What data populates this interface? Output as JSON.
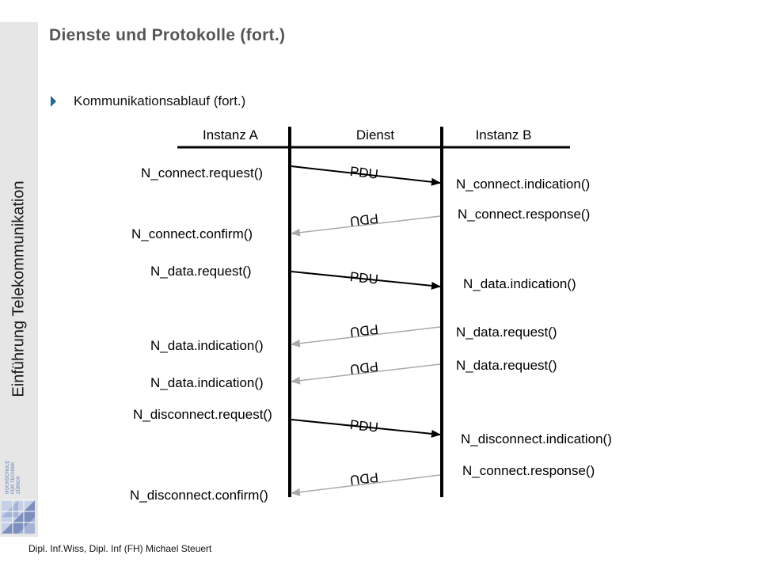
{
  "sidebar": {
    "title": "Einführung Telekommunikation"
  },
  "slide": {
    "title": "Dienste und Protokolle (fort.)",
    "bullet": "Kommunikationsablauf (fort.)"
  },
  "diagram": {
    "headers": {
      "left": "Instanz A",
      "middle": "Dienst",
      "right": "Instanz B"
    },
    "pdu_label": "PDU",
    "left_labels": [
      "N_connect.request()",
      "N_connect.confirm()",
      "N_data.request()",
      "N_data.indication()",
      "N_data.indication()",
      "N_disconnect.request()",
      "N_disconnect.confirm()"
    ],
    "right_labels": [
      "N_connect.indication()",
      "N_connect.response()",
      "N_data.indication()",
      "N_data.request()",
      "N_data.request()",
      "N_disconnect.indication()",
      "N_connect.response()"
    ],
    "messages": [
      {
        "direction": "A to B",
        "label": "PDU"
      },
      {
        "direction": "B to A",
        "label": "PDU"
      },
      {
        "direction": "A to B",
        "label": "PDU"
      },
      {
        "direction": "B to A",
        "label": "PDU"
      },
      {
        "direction": "B to A",
        "label": "PDU"
      },
      {
        "direction": "A to B",
        "label": "PDU"
      },
      {
        "direction": "B to A",
        "label": "PDU"
      }
    ]
  },
  "footer": {
    "author": "Dipl. Inf.Wiss, Dipl. Inf (FH) Michael Steuert"
  },
  "logo": {
    "text": "HOCHSCHULE FÜR TECHNIK ZÜRICH"
  },
  "colors": {
    "bullet": "#1d6a93",
    "sidebar": "#e6e6e6",
    "title": "#555555",
    "logo": "#8a9bc4"
  }
}
